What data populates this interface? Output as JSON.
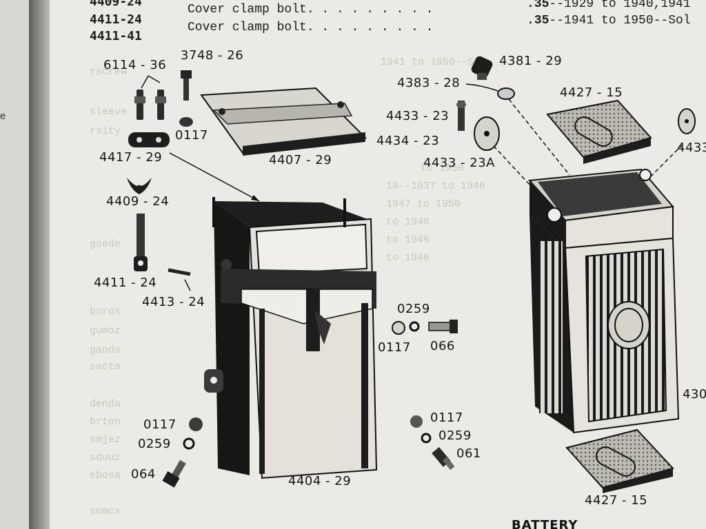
{
  "left_page_letter": "e",
  "header": {
    "part_numbers": [
      "4409-24",
      "4411-24",
      "4411-41"
    ],
    "rows": [
      {
        "desc": "Cover clamp bolt. . . . . . . . .",
        "price": ".35",
        "years": "--1929 to 1940,1941"
      },
      {
        "desc": "Cover clamp bolt. . . . . . . . .",
        "price": ".35",
        "years": "--1941 to 1950--Sol"
      }
    ]
  },
  "labels": {
    "l_6114_36": "6114 - 36",
    "l_3748_26": "3748 - 26",
    "l_0117_a": "0117",
    "l_4417_29": "4417 - 29",
    "l_4407_29": "4407 - 29",
    "l_4409_24": "4409 - 24",
    "l_4411_24": "4411 - 24",
    "l_4413_24": "4413 - 24",
    "l_0259_a": "0259",
    "l_0117_b": "0117",
    "l_066": "066",
    "l_0117_c": "0117",
    "l_0259_c": "0259",
    "l_061": "061",
    "l_0117_d": "0117",
    "l_0259_d": "0259",
    "l_064": "064",
    "l_4404_29": "4404 - 29",
    "l_4381_29": "4381 - 29",
    "l_4383_28": "4383 - 28",
    "l_4427_15_top": "4427 - 15",
    "l_4433_23": "4433 - 23",
    "l_4434_23": "4434 - 23",
    "l_4433_23A": "4433 - 23A",
    "l_4433_cut": "4433",
    "l_430_cut": "430",
    "l_4427_15_bottom": "4427 - 15"
  },
  "footer_heading": "BATTERY",
  "bleed_through_text": [
    "1941 to 1950--Sol",
    "  to 1950",
    "  19--1937 to 1946",
    "  1947 to 1950",
    "  to 1946",
    "  to 1946",
    "  to 1946",
    "rscrew",
    "sleeve",
    "rsity",
    "goede",
    "boros",
    "gumoz",
    "gands",
    "sacta",
    "denda",
    "brton",
    "smjez",
    "sduuz",
    "ebosa",
    "snmcs"
  ],
  "colors": {
    "paper": "#eceae4",
    "ink": "#151515",
    "ghost": "#c9c6bf",
    "gutter": "#5e5d59"
  }
}
